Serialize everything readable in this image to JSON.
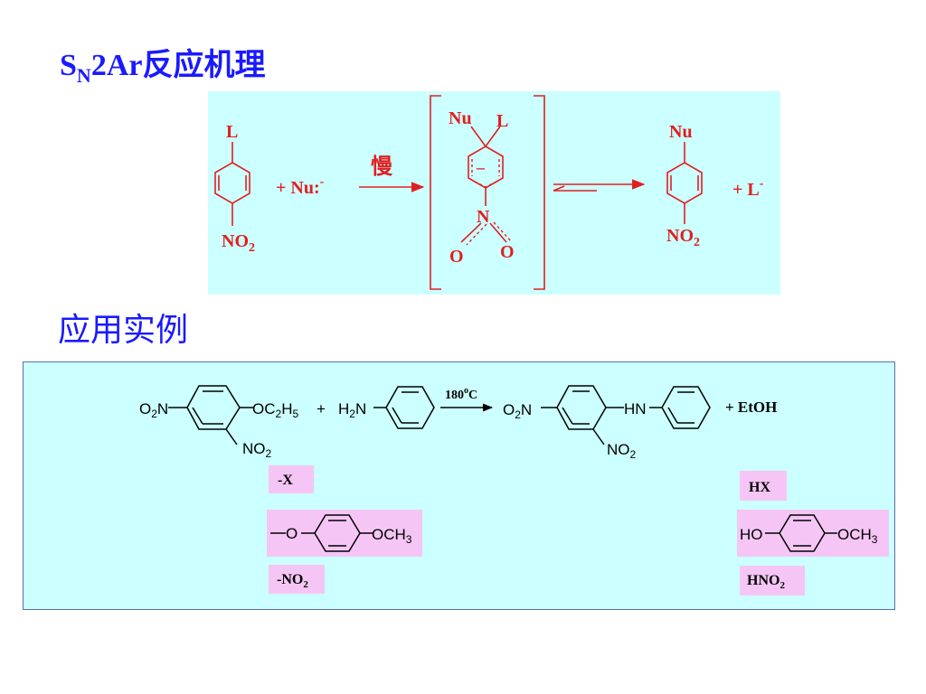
{
  "titles": {
    "mechanism_s": "S",
    "mechanism_sub": "N",
    "mechanism_rest": "2Ar反应机理",
    "examples": "应用实例"
  },
  "mechanism": {
    "reactant_top": "L",
    "reactant_bottom_main": "NO",
    "reactant_bottom_sub": "2",
    "plus_nu": "+  Nu:",
    "nu_charge": "-",
    "slow_label": "慢",
    "inter_nu": "Nu",
    "inter_l": "L",
    "inter_minus": "–",
    "inter_n": "N",
    "inter_o_left": "O",
    "inter_o_right": "O",
    "product_top": "Nu",
    "product_bottom_main": "NO",
    "product_bottom_sub": "2",
    "plus_l": "+  L",
    "l_charge": "-"
  },
  "example": {
    "left_o2n": "O",
    "left_o2n_sub": "2",
    "left_o2n_n": "N",
    "oc2h5_a": "OC",
    "oc2h5_sub1": "2",
    "oc2h5_b": "H",
    "oc2h5_sub2": "5",
    "left_no2": "NO",
    "left_no2_sub": "2",
    "plus1": "+",
    "h2n_a": "H",
    "h2n_sub": "2",
    "h2n_b": "N",
    "condition_a": "180",
    "condition_sup": "o",
    "condition_b": "C",
    "right_o2n": "O",
    "right_o2n_sub": "2",
    "right_o2n_n": "N",
    "hn": "HN",
    "right_no2": "NO",
    "right_no2_sub": "2",
    "plus_etoh": "+  EtOH",
    "left_group1": "-X",
    "left_group2_o": "O",
    "left_group2_och": "OCH",
    "left_group2_sub": "3",
    "left_group3_main": "-NO",
    "left_group3_sub": "2",
    "right_group1": "HX",
    "right_group2_ho": "HO",
    "right_group2_och": "OCH",
    "right_group2_sub": "3",
    "right_group3_main": "HNO",
    "right_group3_sub": "2"
  }
}
